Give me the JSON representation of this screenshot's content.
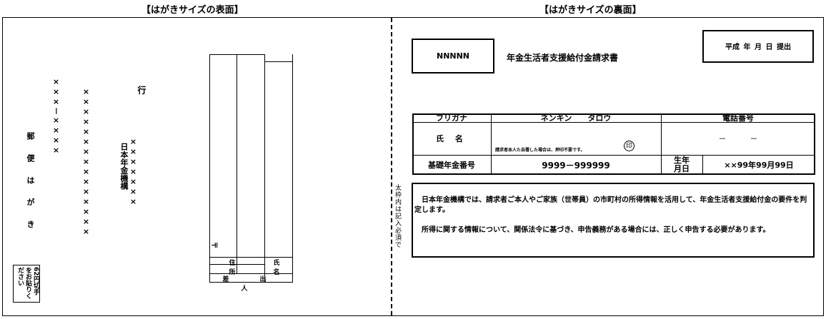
{
  "front": {
    "heading": "【はがきサイズの表面】",
    "postcard_label": "郵 便 は が き",
    "postal_code": "×××－××××",
    "address_line": "×××××××××××××××",
    "org_name": "日本年金機構",
    "org_sub": "×××××××",
    "to_suffix": "行",
    "sender_postal_mark": "〒",
    "sender_address": "住 所",
    "sender_name": "氏 名",
    "sender_caption": "差 出 人",
    "stamp_note": "62円切手をお貼りください"
  },
  "divider_note": "太枠内は記入必須で",
  "back": {
    "heading": "【はがきサイズの裏面】",
    "code": "NNNNN",
    "title": "年金生活者支援給付金請求書",
    "date_box": "平成 年 月 日 提出",
    "table": {
      "furigana_label": "フリガナ",
      "furigana_value": "ネンキン　　タロウ",
      "phone_label": "電話番号",
      "name_label": "氏 名",
      "name_note": "請求者本人た自署した場合は、押印不要です。",
      "seal_mark": "印",
      "phone_value": "－　　　－",
      "pension_label": "基礎年金番号",
      "pension_value": "9999－999999",
      "dob_label": "生年月日",
      "dob_value": "××99年99月99日"
    },
    "notice_p1": "日本年金機構では、請求者ご本人やご家族（世帯員）の市町村の所得情報を活用して、年金生活者支援給付金の要件を判定します。",
    "notice_p2": "所得に関する情報について、関係法令に基づき、申告義務がある場合には、正しく申告する必要があります。"
  }
}
